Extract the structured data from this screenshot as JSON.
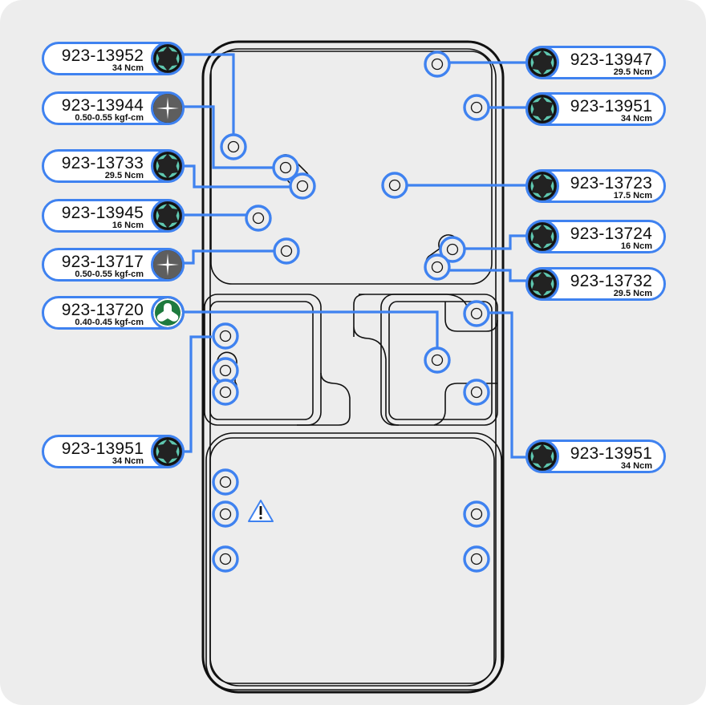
{
  "title": "Screw map",
  "colors": {
    "callout_blue": "#3f82f0",
    "torx_teal": "#5fc7b0",
    "phillips_gray": "#5e5e5e",
    "tri_green": "#1e7a3e",
    "board_line": "#111111",
    "background": "#ededed"
  },
  "callouts": [
    {
      "side": "left",
      "part": "923-13952",
      "torque": "34 Ncm",
      "bit": "torx-icon"
    },
    {
      "side": "left",
      "part": "923-13944",
      "torque": "0.50-0.55 kgf-cm",
      "bit": "phillips-icon"
    },
    {
      "side": "left",
      "part": "923-13733",
      "torque": "29.5 Ncm",
      "bit": "torx-icon"
    },
    {
      "side": "left",
      "part": "923-13945",
      "torque": "16 Ncm",
      "bit": "torx-icon"
    },
    {
      "side": "left",
      "part": "923-13717",
      "torque": "0.50-0.55 kgf-cm",
      "bit": "phillips-icon"
    },
    {
      "side": "left",
      "part": "923-13720",
      "torque": "0.40-0.45 kgf-cm",
      "bit": "tri-wing-icon"
    },
    {
      "side": "left",
      "part": "923-13951",
      "torque": "34 Ncm",
      "bit": "torx-icon"
    },
    {
      "side": "right",
      "part": "923-13947",
      "torque": "29.5 Ncm",
      "bit": "torx-icon"
    },
    {
      "side": "right",
      "part": "923-13951",
      "torque": "34 Ncm",
      "bit": "torx-icon"
    },
    {
      "side": "right",
      "part": "923-13723",
      "torque": "17.5 Ncm",
      "bit": "torx-icon"
    },
    {
      "side": "right",
      "part": "923-13724",
      "torque": "16 Ncm",
      "bit": "torx-icon"
    },
    {
      "side": "right",
      "part": "923-13732",
      "torque": "29.5 Ncm",
      "bit": "torx-icon"
    },
    {
      "side": "right",
      "part": "923-13951",
      "torque": "34 Ncm",
      "bit": "torx-icon"
    }
  ],
  "warning": {
    "icon": "warning-icon"
  }
}
